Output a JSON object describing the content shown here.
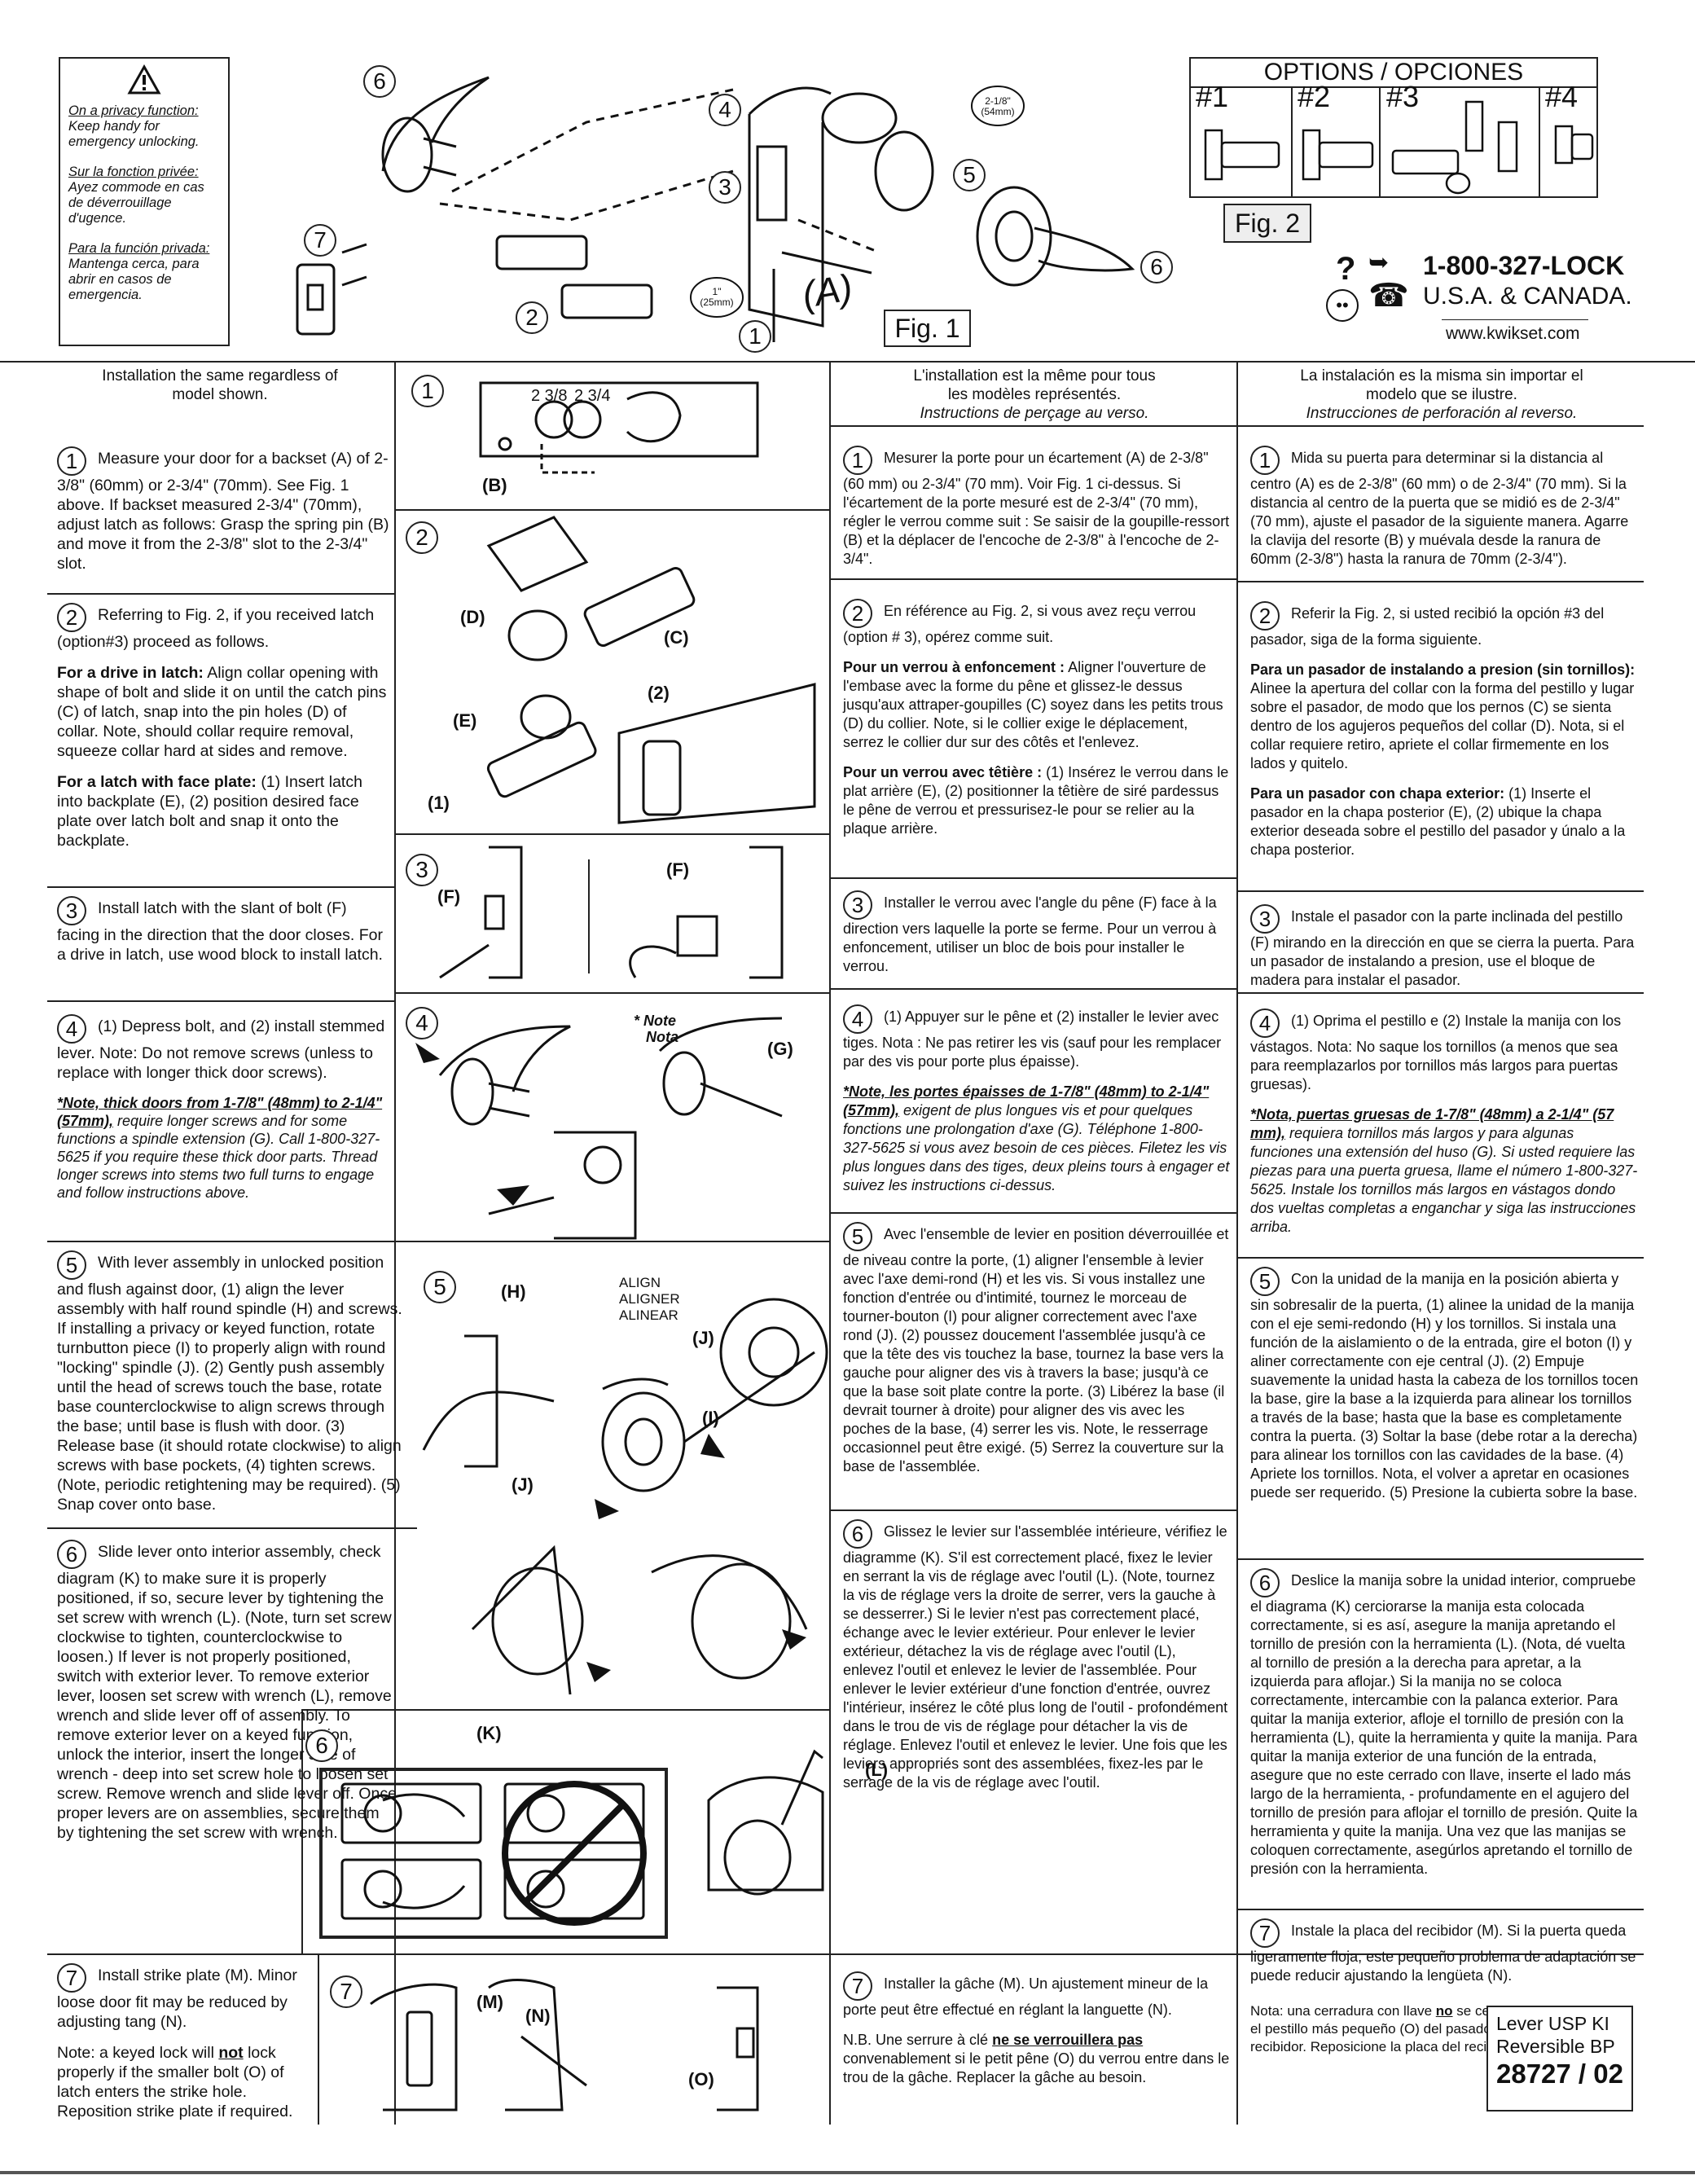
{
  "warning": {
    "en_label": "On a privacy function:",
    "en_text": "Keep handy for emergency unlocking.",
    "fr_label": "Sur la fonction privée:",
    "fr_text": "Ayez commode en cas de déverrouillage d'ugence.",
    "es_label": "Para la función privada:",
    "es_text": "Mantenga cerca, para abrir en casos de emergencia."
  },
  "fig1": {
    "label": "Fig. 1",
    "dim_backset": "2-1/8\"",
    "dim_backset_mm": "(54mm)",
    "dim_latch": "1\"",
    "dim_latch_mm": "(25mm)",
    "a_label": "(A)",
    "callouts": [
      "1",
      "2",
      "3",
      "4",
      "5",
      "6",
      "6",
      "7"
    ]
  },
  "options": {
    "title": "OPTIONS / OPCIONES",
    "items": [
      "#1",
      "#2",
      "#3",
      "#4"
    ],
    "fig_label": "Fig. 2"
  },
  "contact": {
    "phone": "1-800-327-LOCK",
    "region": "U.S.A. & CANADA.",
    "url": "www.kwikset.com",
    "question_mark": "?"
  },
  "en": {
    "header": "Installation the same regardless of model shown.",
    "s1_num": "1",
    "s1": "Measure your door for a backset (A) of 2-3/8\" (60mm) or 2-3/4\" (70mm). See Fig. 1 above. If backset measured 2-3/4\" (70mm), adjust latch as follows: Grasp the spring pin (B) and move it from the 2-3/8\" slot to the 2-3/4\" slot.",
    "s2_num": "2",
    "s2": "Referring to Fig. 2, if you received latch (option#3) proceed as follows.",
    "s2a_label": "For a drive in latch:",
    "s2a": "Align collar opening with shape of bolt and slide it on until the catch pins (C) of latch, snap into the pin holes (D) of collar. Note, should collar require removal, squeeze collar hard at sides and remove.",
    "s2b_label": "For a latch with face plate:",
    "s2b": "(1) Insert latch into backplate (E), (2) position desired face plate over latch bolt and snap it onto the backplate.",
    "s3_num": "3",
    "s3": "Install latch with the slant of bolt (F) facing in the direction that the door closes. For a drive in latch, use wood block to install latch.",
    "s4_num": "4",
    "s4": "(1) Depress bolt, and (2) install stemmed lever. Note: Do not remove screws (unless to replace with longer thick door screws).",
    "s4_note_u": "*Note, thick doors from 1-7/8\" (48mm) to 2-1/4\" (57mm),",
    "s4_note": "require longer screws and for some functions a spindle extension (G). Call 1-800-327-5625 if you require these thick door parts. Thread longer screws into stems two full turns to engage and follow instructions above.",
    "s5_num": "5",
    "s5": "With lever assembly in unlocked position and flush against door, (1) align the lever assembly with half round spindle (H) and screws. If installing a privacy or keyed function, rotate turnbutton piece (I) to properly align with round \"locking\" spindle (J). (2) Gently push assembly until the head of screws touch the base, rotate base counterclockwise to align screws through the base; until base is flush with door. (3) Release base (it should rotate clockwise) to align screws with base pockets, (4) tighten screws. (Note, periodic retightening may be required). (5) Snap cover onto base.",
    "s6_num": "6",
    "s6": "Slide lever onto interior assembly, check diagram (K) to make sure it is properly positioned, if so, secure lever by tightening the set screw with wrench (L). (Note, turn set screw clockwise to tighten, counterclockwise to loosen.) If lever is not properly positioned, switch with exterior lever. To remove exterior lever, loosen set screw with wrench (L), remove wrench and slide lever off of assembly. To remove exterior lever on a keyed function, unlock the interior, insert the longer side of wrench - deep into set screw hole to loosen set screw. Remove wrench and slide lever off. Once proper levers are on assemblies, secure them by tightening the set screw with wrench.",
    "s7_num": "7",
    "s7": "Install strike plate (M). Minor loose door fit may be reduced by adjusting tang (N).",
    "s7_note_a": "Note: a keyed lock will",
    "s7_note_not": "not",
    "s7_note_b": "lock properly if the smaller bolt (O) of latch enters the strike hole. Reposition strike plate if required."
  },
  "fr": {
    "header1": "L'installation est la même pour tous",
    "header2": "les modèles représentés.",
    "header3": "Instructions de perçage au verso.",
    "s1_num": "1",
    "s1": "Mesurer la porte pour un écartement (A) de 2-3/8\" (60 mm) ou 2-3/4\" (70 mm). Voir Fig. 1 ci-dessus. Si l'écartement de la porte mesuré est de 2-3/4\" (70 mm), régler le verrou comme suit : Se saisir de la goupille-ressort (B) et la déplacer de l'encoche de 2-3/8\" à l'encoche de 2-3/4\".",
    "s2_num": "2",
    "s2": "En référence au Fig. 2, si vous avez reçu verrou (option # 3), opérez comme suit.",
    "s2a_label": "Pour un verrou à enfoncement :",
    "s2a": "Aligner l'ouverture de l'embase avec la forme du pêne et glissez-le dessus jusqu'aux attraper-goupilles (C) soyez dans les petits trous (D) du collier. Note, si le collier exige le déplacement, serrez le collier dur sur des côtês et l'enlevez.",
    "s2b_label": "Pour un verrou avec têtière :",
    "s2b": "(1) Insérez le verrou dans le plat arrière (E), (2) positionner la têtière de siré pardessus le pêne de verrou et pressurisez-le pour se relier au la plaque arrière.",
    "s3_num": "3",
    "s3": "Installer le verrou avec l'angle du pêne (F) face à la direction vers laquelle la porte se ferme. Pour un verrou à enfoncement, utiliser un bloc de bois pour installer le verrou.",
    "s4_num": "4",
    "s4": "(1) Appuyer sur le pêne et (2) installer le levier avec tiges. Nota : Ne pas retirer les vis (sauf pour les remplacer par des vis pour porte plus épaisse).",
    "s4_note_u": "*Note, les portes épaisses de 1-7/8\" (48mm) to 2-1/4\" (57mm),",
    "s4_note": "exigent de plus longues vis et pour quelques fonctions une prolongation d'axe (G). Téléphone 1-800-327-5625 si vous avez besoin de ces pièces. Filetez les vis plus longues dans des tiges, deux pleins tours à engager et suivez les instructions ci-dessus.",
    "s5_num": "5",
    "s5": "Avec l'ensemble de levier en position déverrouillée et de niveau contre la porte, (1) aligner l'ensemble à levier avec l'axe demi-rond (H) et les vis. Si vous installez une fonction d'entrée ou d'intimité, tournez le morceau de tourner-bouton (I) pour aligner correctement avec l'axe rond (J). (2) poussez doucement l'assemblée jusqu'à ce que la tête des vis touchez la base, tournez la base vers la gauche pour aligner des vis à travers la base; jusqu'à ce que la base soit plate contre la porte. (3) Libérez la base (il devrait tourner à droite) pour aligner des vis avec les poches de la base, (4) serrer les vis. Note, le resserrage occasionnel peut être exigé. (5) Serrez la couverture sur la base de l'assemblée.",
    "s6_num": "6",
    "s6": "Glissez le levier sur l'assemblée intérieure, vérifiez le diagramme (K). S'il est correctement placé, fixez le levier en serrant la vis de réglage avec l'outil (L). (Note, tournez la vis de réglage vers la droite de serrer, vers la gauche à se desserrer.) Si le levier n'est pas correctement placé, échange avec le levier extérieur. Pour enlever le levier extérieur, détachez la vis de réglage avec l'outil (L), enlevez l'outil et enlevez le levier de l'assemblée. Pour enlever le levier extérieur d'une fonction d'entrée, ouvrez l'intérieur, insérez le côté plus long de l'outil - profondément dans le trou de vis de réglage pour détacher la vis de réglage. Enlevez l'outil et enlevez le levier. Une fois que les leviers appropriés sont des assemblées, fixez-les par le serrage de la vis de réglage avec l'outil.",
    "s7_num": "7",
    "s7": "Installer la gâche (M). Un ajustement mineur de la porte peut être effectué en réglant la languette (N).",
    "s7_note_a": "N.B. Une serrure à clé",
    "s7_note_u": "ne se verrouillera pas",
    "s7_note_b": "convenablement si le petit pêne (O) du verrou entre dans le trou de la gâche. Replacer la gâche au besoin."
  },
  "es": {
    "header1": "La instalación es la misma sin importar el",
    "header2": "modelo que se ilustre.",
    "header3": "Instrucciones de perforación al reverso.",
    "s1_num": "1",
    "s1": "Mida su puerta para determinar si la distancia al centro (A) es de 2-3/8\" (60 mm) o de 2-3/4\" (70 mm). Si la distancia al centro de la puerta que se midió es de 2-3/4\" (70 mm), ajuste el pasador de la siguiente manera. Agarre la clavija del resorte (B) y muévala desde la ranura de 60mm (2-3/8\") hasta la ranura de 70mm (2-3/4\").",
    "s2_num": "2",
    "s2": "Referir la Fig. 2, si usted recibió la opción #3 del pasador, siga de la forma siguiente.",
    "s2a_label": "Para un pasador de instalando a presion (sin tornillos):",
    "s2a": "Alinee la apertura del collar con la forma del pestillo y lugar sobre el pasador, de modo que los pernos (C) se sienta dentro de los agujeros pequeños del collar (D). Nota, si el collar requiere retiro, apriete el collar firmemente en los lados y quitelo.",
    "s2b_label": "Para un pasador con chapa exterior:",
    "s2b": "(1) Inserte el pasador en la chapa posterior (E), (2) ubique la chapa exterior deseada sobre el pestillo del pasador y únalo a la chapa posterior.",
    "s3_num": "3",
    "s3": "Instale el pasador con la parte inclinada del pestillo (F) mirando en la dirección en que se cierra la puerta. Para un pasador de instalando a presion, use el bloque de madera para instalar el pasador.",
    "s4_num": "4",
    "s4": "(1) Oprima el pestillo e (2) Instale la manija con los vástagos. Nota: No saque los tornillos (a menos que sea para reemplazarlos por tornillos más largos para puertas gruesas).",
    "s4_note_u": "*Nota, puertas gruesas de 1-7/8\" (48mm) a 2-1/4\" (57 mm),",
    "s4_note": "requiera tornillos más largos y para algunas funciones una extensión del huso (G). Si usted requiere las piezas para una puerta gruesa, llame el número 1-800-327-5625. Instale los tornillos más largos en vástagos dondo dos vueltas completas a enganchar y siga las instrucciones arriba.",
    "s5_num": "5",
    "s5": "Con la unidad de la manija en la posición abierta y sin sobresalir de la puerta, (1) alinee la unidad de la manija con el eje semi-redondo (H) y los tornillos. Si instala una función de la aislamiento o de la entrada, gire el boton (I) y aliner correctamente con eje central (J). (2) Empuje suavemente la unidad hasta la cabeza de los tornillos tocen la base, gire la base a la izquierda para alinear los tornillos a través de la base; hasta que la base es completamente contra la puerta. (3) Soltar la base (debe rotar a la derecha) para alinear los tornillos con las cavidades de la base. (4) Apriete los tornillos. Nota, el volver a apretar en ocasiones puede ser requerido. (5) Presione la cubierta sobre la base.",
    "s6_num": "6",
    "s6": "Deslice la manija sobre la unidad interior, compruebe el diagrama (K) cerciorarse la manija esta colocada correctamente, si es así, asegure la manija apretando el tornillo de presión con la herramienta (L). (Nota, dé vuelta al tornillo de presión a la derecha para apretar, a la izquierda para aflojar.) Si la manija no se coloca correctamente, intercambie con la palanca exterior. Para quitar la manija exterior, afloje el tornillo de presión con la herramienta (L), quite la herramienta y quite la manija. Para quitar la manija exterior de una función de la entrada, asegure que no este cerrado con llave, inserte el lado más largo de la herramienta, - profundamente en el agujero del tornillo de presión para aflojar el tornillo de presión. Quite la herramienta y quite la manija. Una vez que las manijas se coloquen correctamente, asegúrlos apretando el tornillo de presión con la herramienta.",
    "s7_num": "7",
    "s7": "Instale la placa del recibidor (M). Si la puerta queda ligeramente floja, este pequeño problema de adaptación se puede reducir ajustando la lengüeta (N).",
    "s7_note_a": "Nota: una cerradura con llave",
    "s7_note_u": "no",
    "s7_note_b": "se cerrará correctamente si el pestillo más pequeño (O) del pasador entra en el orificio del recibidor. Reposicione la placa del recibidor si así se requiere."
  },
  "diagrams": {
    "d1_num": "1",
    "d1_2_3_8": "2 3/8",
    "d1_2_3_4": "2 3/4",
    "d1_b": "(B)",
    "d2_num": "2",
    "d2_d": "(D)",
    "d2_c": "(C)",
    "d2_e": "(E)",
    "d2_2": "(2)",
    "d2_1": "(1)",
    "d3_num": "3",
    "d3_f1": "(F)",
    "d3_f2": "(F)",
    "d4_num": "4",
    "d4_note": "* Note",
    "d4_nota": "Nota",
    "d4_g": "(G)",
    "d5_num": "5",
    "d5_h": "(H)",
    "d5_align1": "ALIGN",
    "d5_align2": "ALIGNER",
    "d5_align3": "ALINEAR",
    "d5_j1": "(J)",
    "d5_j2": "(J)",
    "d5_i": "(I)",
    "d6_num": "6",
    "d6_k": "(K)",
    "d6_l": "(L)",
    "d7_num": "7",
    "d7_m": "(M)",
    "d7_n": "(N)",
    "d7_o": "(O)"
  },
  "product": {
    "line1": "Lever USP KI",
    "line2": "Reversible BP",
    "code": "28727 / 02"
  }
}
